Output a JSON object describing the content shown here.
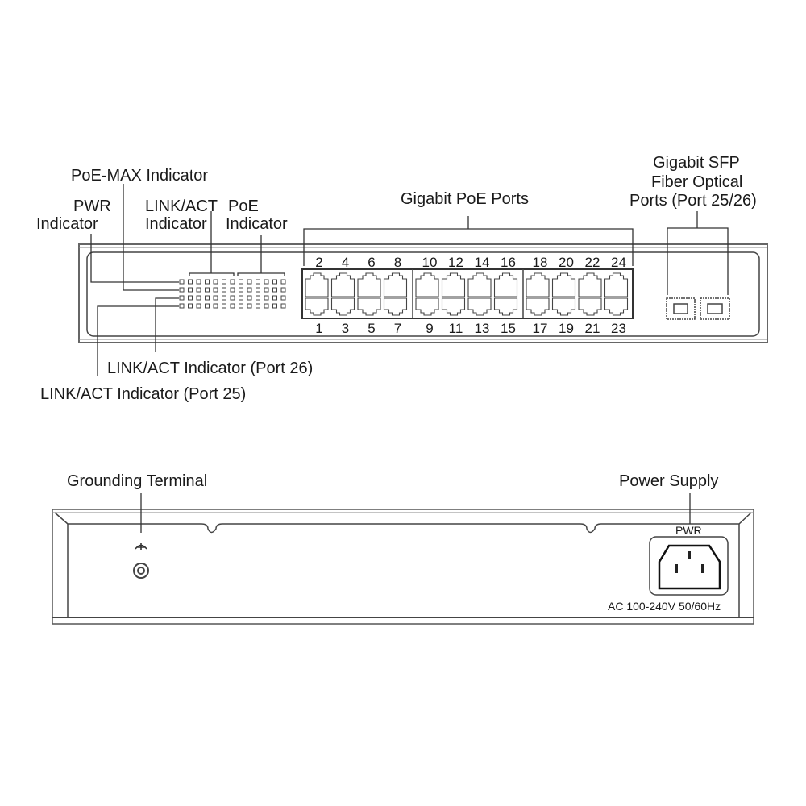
{
  "front": {
    "labels": {
      "poe_max": "PoE-MAX Indicator",
      "pwr_line1": "PWR",
      "pwr_line2": "Indicator",
      "linkact_line1": "LINK/ACT",
      "linkact_line2": "Indicator",
      "poe_line1": "PoE",
      "poe_line2": "Indicator",
      "gigabit_poe_ports": "Gigabit PoE Ports",
      "sfp_line1": "Gigabit SFP",
      "sfp_line2": "Fiber Optical",
      "sfp_line3": "Ports (Port 25/26)",
      "linkact_26": "LINK/ACT Indicator (Port 26)",
      "linkact_25": "LINK/ACT Indicator (Port 25)"
    },
    "top_port_numbers": [
      "2",
      "4",
      "6",
      "8",
      "10",
      "12",
      "14",
      "16",
      "18",
      "20",
      "22",
      "24"
    ],
    "bottom_port_numbers": [
      "1",
      "3",
      "5",
      "7",
      "9",
      "11",
      "13",
      "15",
      "17",
      "19",
      "21",
      "23"
    ]
  },
  "rear": {
    "grounding_terminal": "Grounding Terminal",
    "power_supply": "Power Supply",
    "pwr_label": "PWR",
    "power_spec": "AC 100-240V 50/60Hz"
  }
}
